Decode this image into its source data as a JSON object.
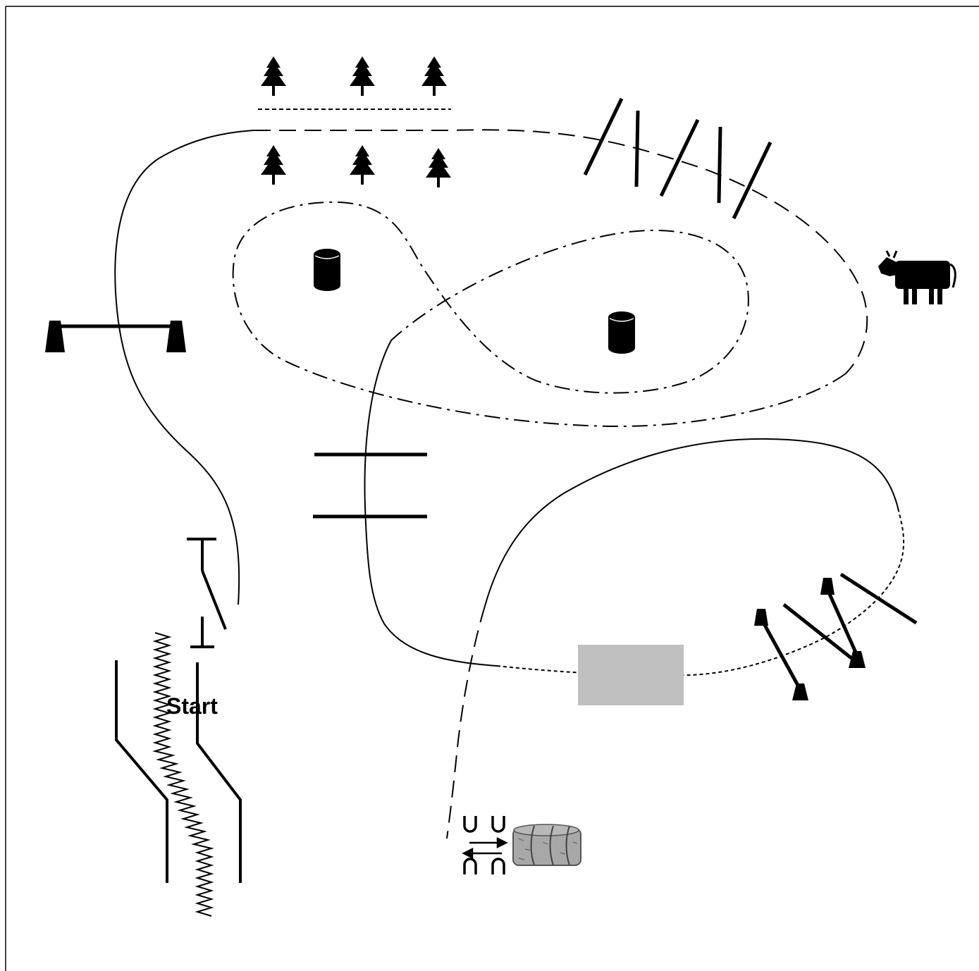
{
  "title": "",
  "labels": {
    "start": "Start"
  },
  "obstacles": [
    {
      "name": "start-chute",
      "icon": "chute-icon"
    },
    {
      "name": "forest-path",
      "icon": "tree-icon"
    },
    {
      "name": "log-poles",
      "icon": "pole-icon"
    },
    {
      "name": "barrels",
      "icon": "barrel-icon"
    },
    {
      "name": "cow",
      "icon": "cow-icon"
    },
    {
      "name": "bridge-gate",
      "icon": "gate-icon"
    },
    {
      "name": "ground-poles",
      "icon": "pole-icon"
    },
    {
      "name": "zigzag-gate",
      "icon": "gate-icon"
    },
    {
      "name": "box",
      "icon": "box-icon"
    },
    {
      "name": "hay-bale-and-horseshoes",
      "icon": "hay-icon"
    }
  ],
  "colors": {
    "ink": "#000000",
    "box_fill": "#c0c0c0",
    "hay_fill": "#a8a8a8"
  }
}
